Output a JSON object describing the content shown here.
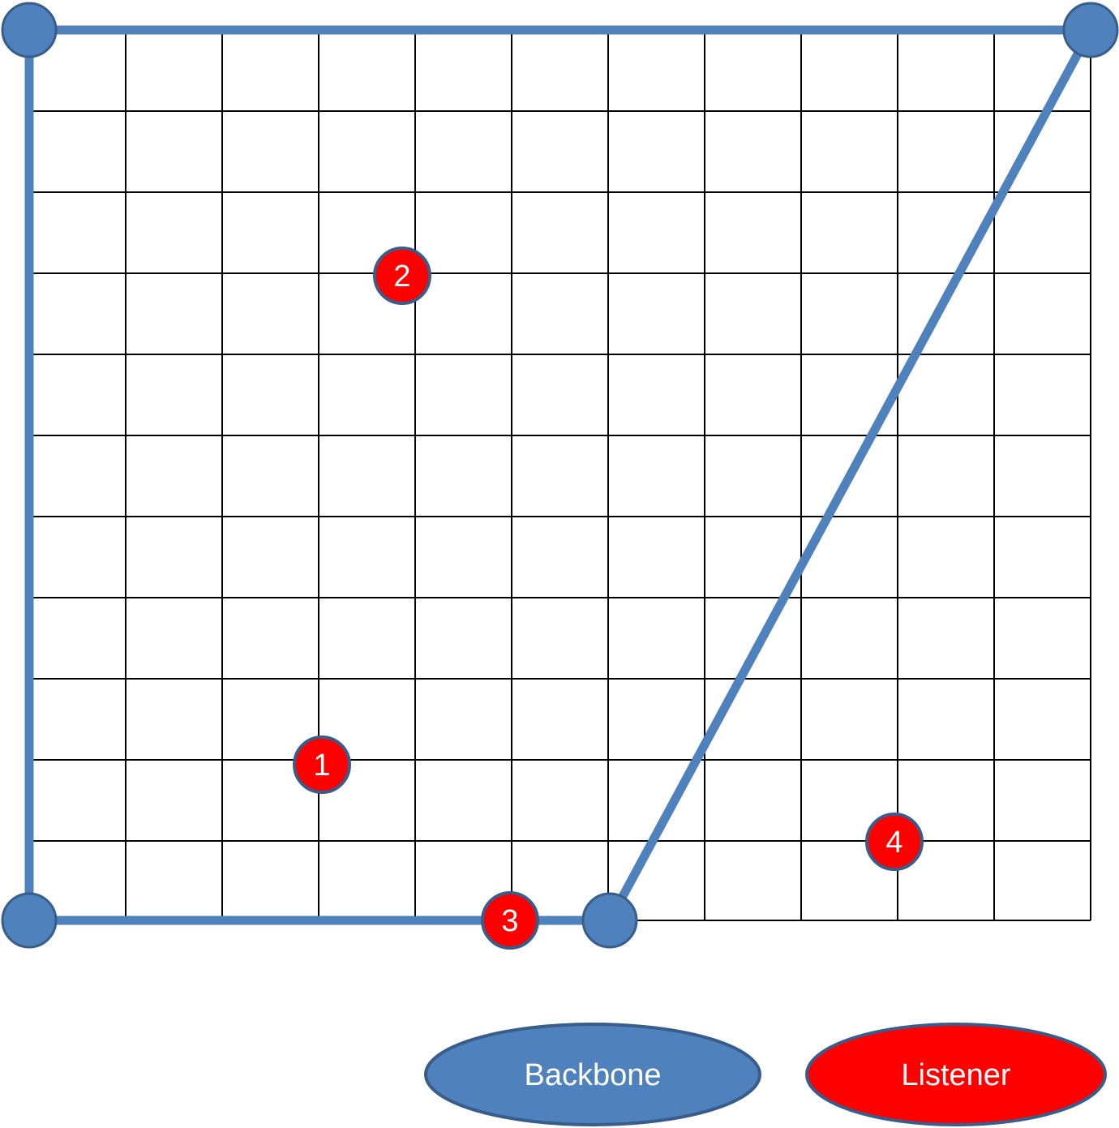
{
  "colors": {
    "backbone_fill": "#4f81bd",
    "backbone_line": "#4f81bd",
    "backbone_stroke": "#385d8a",
    "listener_fill": "#ff0000",
    "listener_stroke": "#385d8a",
    "grid": "#000000",
    "text": "#ffffff"
  },
  "grid": {
    "columns": 11,
    "rows": 11
  },
  "backbone_nodes": [
    {
      "id": "top-left"
    },
    {
      "id": "top-right"
    },
    {
      "id": "bottom-left"
    },
    {
      "id": "bottom-mid"
    }
  ],
  "listeners": [
    {
      "label": "1"
    },
    {
      "label": "2"
    },
    {
      "label": "3"
    },
    {
      "label": "4"
    }
  ],
  "legend": {
    "backbone_label": "Backbone",
    "listener_label": "Listener"
  }
}
